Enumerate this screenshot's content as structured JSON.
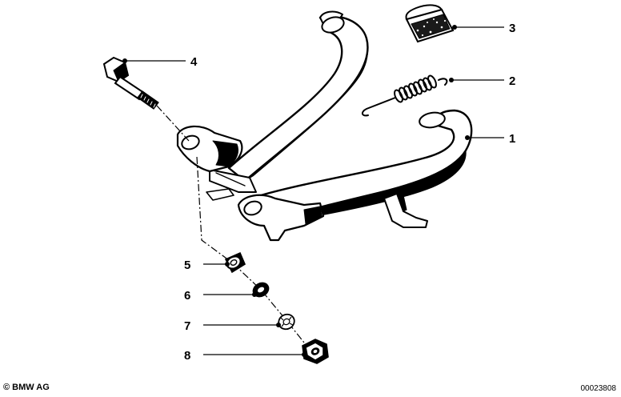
{
  "diagram": {
    "parts": [
      {
        "number": "1",
        "name": "center-stand"
      },
      {
        "number": "2",
        "name": "tension-spring"
      },
      {
        "number": "3",
        "name": "rubber-buffer"
      },
      {
        "number": "4",
        "name": "hex-bolt"
      },
      {
        "number": "5",
        "name": "bushing"
      },
      {
        "number": "6",
        "name": "washer"
      },
      {
        "number": "7",
        "name": "lock-washer"
      },
      {
        "number": "8",
        "name": "hex-nut"
      }
    ],
    "callouts": {
      "c1": "1",
      "c2": "2",
      "c3": "3",
      "c4": "4",
      "c5": "5",
      "c6": "6",
      "c7": "7",
      "c8": "8"
    }
  },
  "footer": {
    "copyright": "© BMW AG",
    "diagram_id": "00023808"
  },
  "colors": {
    "ink": "#000000",
    "paper": "#ffffff"
  }
}
